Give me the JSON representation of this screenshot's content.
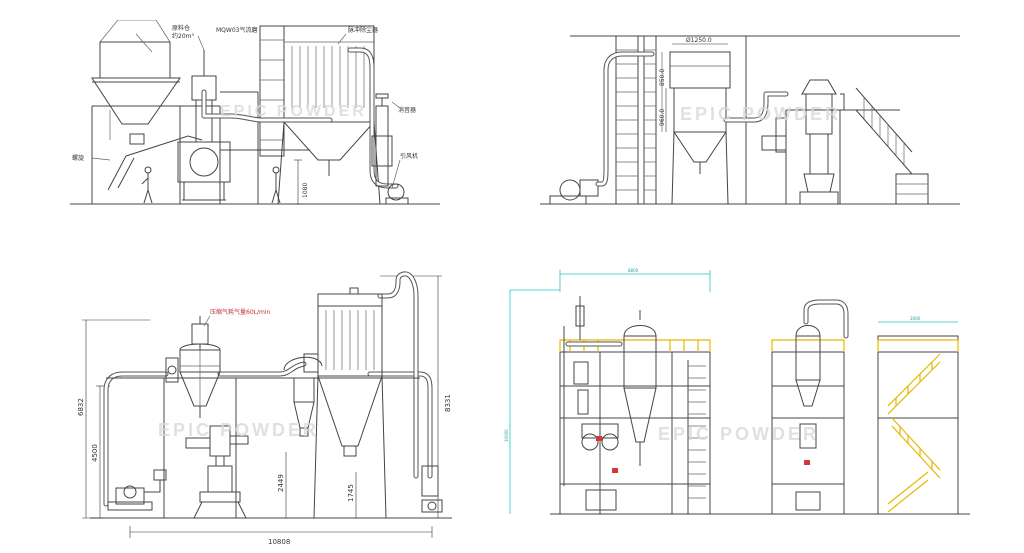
{
  "watermark": "EPIC POWDER",
  "colors": {
    "line": "#444444",
    "cyan_frame": "#27c4c4",
    "rail_yellow": "#e6b800",
    "valve_red": "#d13a3a",
    "watermark": "#d9d9d9"
  },
  "panel_top_left": {
    "label_raw_silo": "原料仓",
    "label_raw_silo_volume": "约20m³",
    "label_mill": "MQW03气流磨",
    "label_bag_filter": "脉冲除尘器",
    "label_muffler": "消音器",
    "label_fan": "引风机",
    "label_feeder": "螺旋",
    "dim_height": "1080"
  },
  "panel_top_right": {
    "dim_width": "Ø1250.0",
    "dim_mid": "850.0",
    "dim_low": "960.0"
  },
  "panel_bottom_left": {
    "label_air": "压缩气耗气量60L/min",
    "dim_total_height": "6832",
    "dim_height_a": "4500",
    "dim_height_b": "2449",
    "dim_height_c": "1745",
    "dim_height_d": "8331",
    "dim_total_width": "10808"
  },
  "panel_bottom_right": {
    "dim_top": "8800",
    "dim_right_top": "3000",
    "dim_left": "10000"
  }
}
